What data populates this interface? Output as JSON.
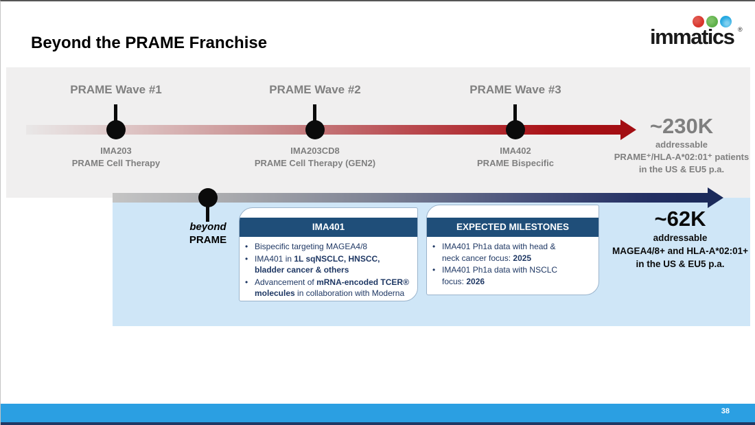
{
  "slide": {
    "title": "Beyond the PRAME Franchise",
    "page_number": "38"
  },
  "logo": {
    "text": "immatics",
    "registered": "®",
    "dots": [
      {
        "name": "red-dot",
        "color": "#d8352c"
      },
      {
        "name": "green-dot",
        "color": "#5fb04a"
      },
      {
        "name": "blue-dot",
        "color": "#27a9e1"
      }
    ]
  },
  "prame_timeline": {
    "waves": [
      {
        "label": "PRAME Wave #1",
        "program": "IMA203",
        "description": "PRAME Cell Therapy"
      },
      {
        "label": "PRAME Wave #2",
        "program": "IMA203CD8",
        "description": "PRAME Cell Therapy (GEN2)"
      },
      {
        "label": "PRAME Wave #3",
        "program": "IMA402",
        "description": "PRAME Bispecific"
      }
    ],
    "market": {
      "value": "~230K",
      "line1": "addressable",
      "line2": "PRAME⁺/HLA-A*02:01⁺ patients",
      "line3": "in the US & EU5 p.a."
    }
  },
  "beyond_timeline": {
    "marker_label_line1": "beyond",
    "marker_label_line2": "PRAME",
    "ima401_box": {
      "header": "IMA401",
      "bullets": [
        {
          "parts": [
            {
              "t": "Bispecific targeting MAGEA4/8",
              "b": false
            }
          ]
        },
        {
          "parts": [
            {
              "t": "IMA401 in ",
              "b": false
            },
            {
              "t": "1L sqNSCLC, HNSCC, bladder cancer & others",
              "b": true
            }
          ]
        },
        {
          "parts": [
            {
              "t": "Advancement of ",
              "b": false
            },
            {
              "t": "mRNA-encoded TCER® molecules",
              "b": true
            },
            {
              "t": " in collaboration with Moderna",
              "b": false
            }
          ]
        }
      ]
    },
    "milestones_box": {
      "header": "EXPECTED MILESTONES",
      "bullets": [
        {
          "parts": [
            {
              "t": "IMA401 Ph1a data with head & neck cancer focus: ",
              "b": false
            },
            {
              "t": "2025",
              "b": true
            }
          ]
        },
        {
          "parts": [
            {
              "t": "IMA401 Ph1a data with NSCLC focus: ",
              "b": false
            },
            {
              "t": "2026",
              "b": true
            }
          ]
        }
      ]
    },
    "market": {
      "value": "~62K",
      "line1": "addressable",
      "line2": "MAGEA4/8+ and HLA-A*02:01+",
      "line3": "in the US & EU5 p.a."
    }
  },
  "colors": {
    "band_gray": "#f0efef",
    "panel_blue": "#cfe6f7",
    "arrow_red": "#a30e13",
    "arrow_navy": "#1b2a5a",
    "box_header_blue": "#1f4e79",
    "bullet_text_navy": "#1f3864",
    "footer_blue": "#2b9fe2",
    "footer_strip_navy": "#1f3864",
    "label_gray": "#7f7f7f"
  }
}
